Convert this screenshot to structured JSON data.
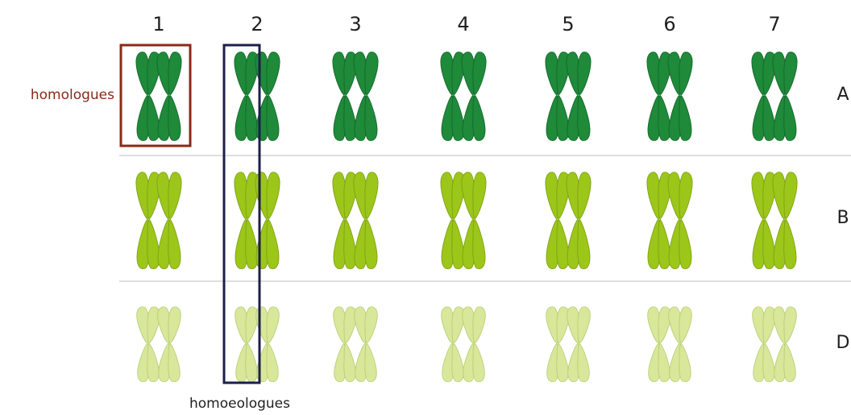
{
  "columns": [
    "1",
    "2",
    "3",
    "4",
    "5",
    "6",
    "7"
  ],
  "genomes": [
    {
      "label": "A",
      "color": "#1f8a3a",
      "stroke": "#12692a"
    },
    {
      "label": "B",
      "color": "#9cc61a",
      "stroke": "#7ea312"
    },
    {
      "label": "D",
      "color": "#d8e79a",
      "stroke": "#b9cc74"
    }
  ],
  "labels": {
    "homologues": "homologues",
    "homoeologues": "homoeologues"
  },
  "colors": {
    "homologues_box": "#8a2a18",
    "homoeologues_box": "#1c1f4a",
    "separator": "#c9c9c9"
  }
}
